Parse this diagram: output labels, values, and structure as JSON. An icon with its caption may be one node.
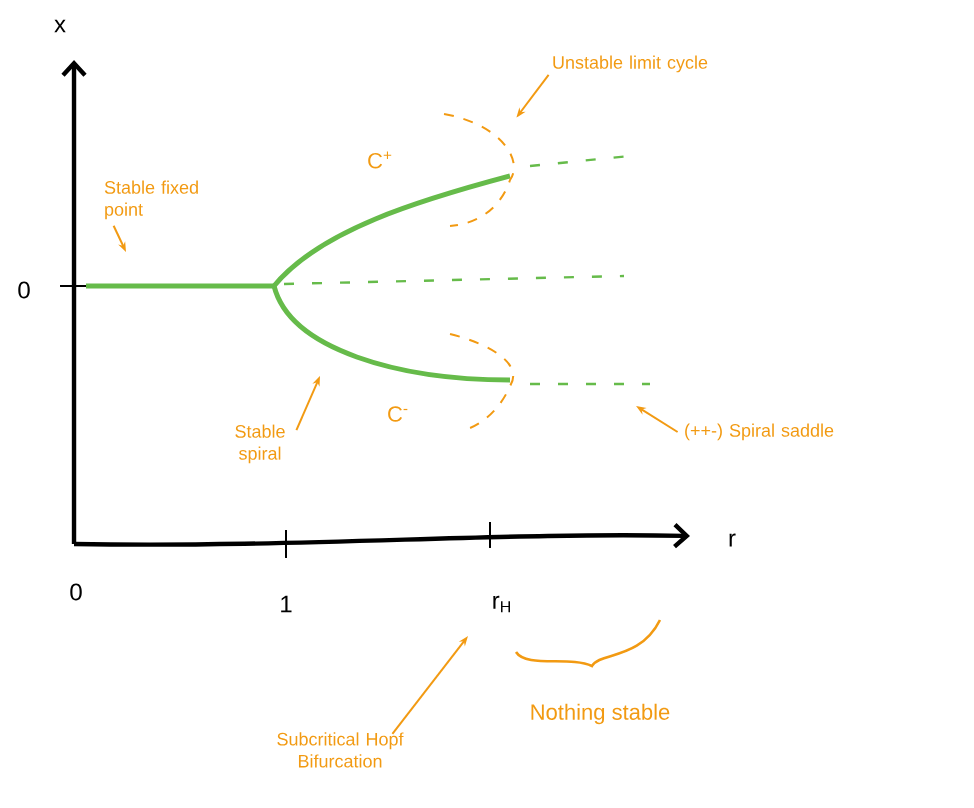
{
  "diagram": {
    "nodes": [
      {
        "text": [
          "Stable fixed point"
        ]
      },
      {
        "text": [
          "Unstable limit cycle"
        ]
      },
      {
        "text": [
          "Stable spiral"
        ]
      },
      {
        "text": [
          "(++-) Spiral saddle"
        ]
      },
      {
        "text": [
          "Subcritical Hopf Bifurcation"
        ]
      },
      {
        "text": [],
        "shape": "arc"
      },
      {
        "text": [],
        "shape": "arc"
      }
    ],
    "edges": [
      {
        "from": 0,
        "to": null,
        "arrow": "to"
      },
      {
        "from": 1,
        "to": 5,
        "arrow": "to"
      },
      {
        "from": 2,
        "to": null,
        "arrow": "to"
      },
      {
        "from": 3,
        "to": null,
        "arrow": "to"
      },
      {
        "from": 4,
        "to": null,
        "arrow": "to"
      }
    ],
    "labels": [
      "x",
      "C$^{+}$",
      "0",
      "C$^{-}$",
      "r",
      "0",
      "1",
      "r$_{H}$",
      "Nothing stable"
    ]
  }
}
